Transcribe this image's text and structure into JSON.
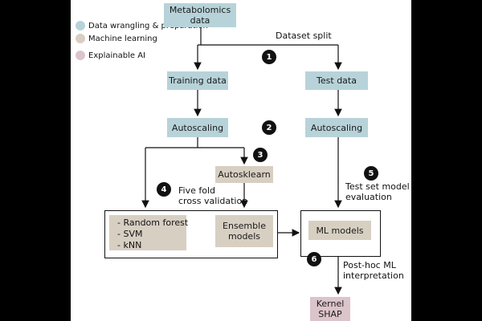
{
  "legend": [
    {
      "label": "Data wrangling & preparation",
      "color": "#b7d3d9"
    },
    {
      "label": "Machine learning",
      "color": "#d7cfc2"
    },
    {
      "label": "Explainable AI",
      "color": "#dcc4cb"
    }
  ],
  "nodes": {
    "metabolomics": "Metabolomics\ndata",
    "training": "Training data",
    "test": "Test data",
    "autoscaling_train": "Autoscaling",
    "autoscaling_test": "Autoscaling",
    "autosklearn": "Autosklearn",
    "ensemble": "Ensemble\nmodels",
    "ml_models": "ML models",
    "kernel_shap": "Kernel\nSHAP"
  },
  "model_list": [
    "- Random forest",
    "- SVM",
    "- kNN"
  ],
  "annotations": {
    "dataset_split": "Dataset split",
    "five_fold": "Five fold\ncross validation",
    "test_eval": "Test set model\nevaluation",
    "posthoc": "Post-hoc ML\ninterpretation"
  },
  "steps": [
    "1",
    "2",
    "3",
    "4",
    "5",
    "6"
  ]
}
